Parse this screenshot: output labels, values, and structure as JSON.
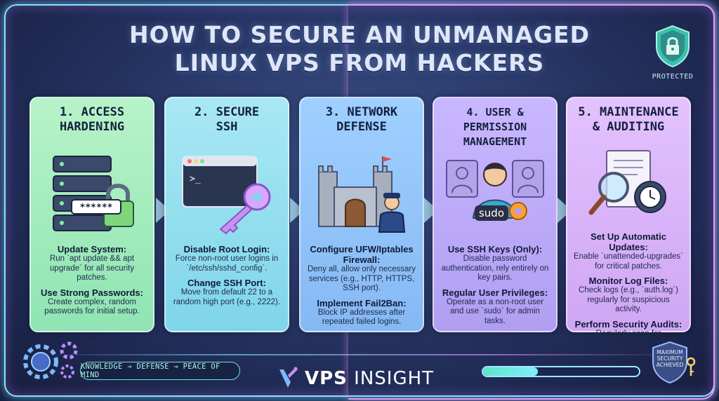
{
  "title": {
    "line1": "HOW TO SECURE AN UNMANAGED",
    "line2": "LINUX VPS FROM HACKERS"
  },
  "badge": {
    "label": "PROTECTED",
    "icon": "lock-shield-icon"
  },
  "steps": [
    {
      "heading": "1. ACCESS\nHARDENING",
      "icon": "server-padlock-icon",
      "password_mask": "******",
      "items": [
        {
          "title": "Update System:",
          "desc": "Run `apt update && apt upgrade` for all security patches."
        },
        {
          "title": "Use Strong Passwords:",
          "desc": "Create complex, random passwords for initial setup."
        }
      ]
    },
    {
      "heading": "2. SECURE\nSSH",
      "icon": "terminal-key-icon",
      "prompt": ">_",
      "items": [
        {
          "title": "Disable Root Login:",
          "desc": "Force non-root user logins in `/etc/ssh/sshd_config`."
        },
        {
          "title": "Change SSH Port:",
          "desc": "Move from default 22 to a random high port (e.g., 2222)."
        }
      ]
    },
    {
      "heading": "3. NETWORK\nDEFENSE",
      "icon": "castle-guard-icon",
      "items": [
        {
          "title": "Configure UFW/Iptables Firewall:",
          "desc": "Deny all, allow only necessary services (e.g., HTTP, HTTPS, SSH port)."
        },
        {
          "title": "Implement Fail2Ban:",
          "desc": "Block IP addresses after repeated failed logins."
        }
      ]
    },
    {
      "heading": "4. USER & PERMISSION\nMANAGEMENT",
      "icon": "users-sudo-icon",
      "sudo_label": "sudo",
      "items": [
        {
          "title": "Use SSH Keys (Only):",
          "desc": "Disable password authentication, rely entirely on key pairs."
        },
        {
          "title": "Regular User Privileges:",
          "desc": "Operate as a non-root user and use `sudo` for admin tasks."
        }
      ]
    },
    {
      "heading": "5. MAINTENANCE\n& AUDITING",
      "icon": "audit-magnifier-clock-icon",
      "items": [
        {
          "title": "Set Up Automatic Updates:",
          "desc": "Enable `unattended-upgrades` for critical patches."
        },
        {
          "title": "Monitor Log Files:",
          "desc": "Check logs (e.g., `auth.log`) regularly for suspicious activity."
        },
        {
          "title": "Perform Security Audits:",
          "desc": "Regularly scan for vulnerabilities and review configuration."
        }
      ]
    }
  ],
  "footer": {
    "tagline": "KNOWLEDGE → DEFENSE → PEACE OF MIND",
    "brand_bold": "VPS",
    "brand_rest": " INSIGHT",
    "progress_fraction": 0.35,
    "max_badge": "MAXIMUM SECURITY ACHIEVED"
  },
  "colors": {
    "accent_cyan": "#7fe4ff",
    "accent_purple": "#e79cff",
    "bg": "#24315f"
  }
}
